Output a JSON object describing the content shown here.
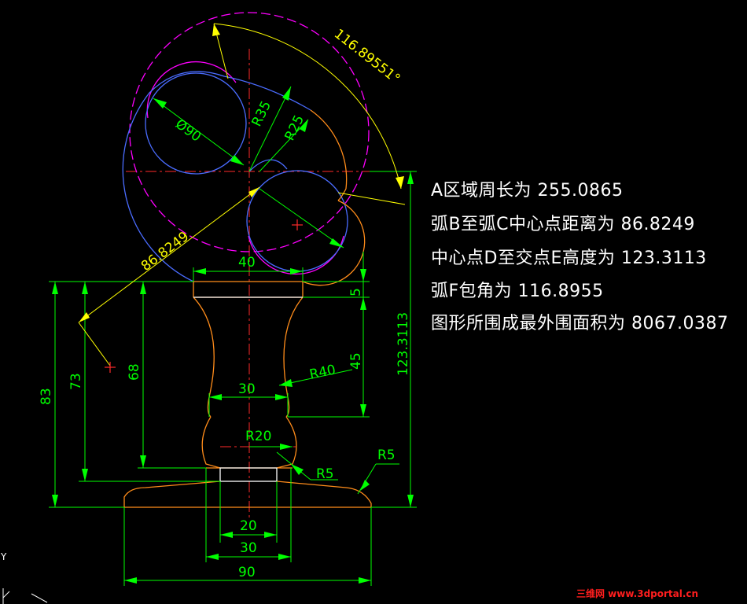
{
  "results": [
    "A区域周长为 255.0865",
    "弧B至弧C中心点距离为 86.8249",
    "中心点D至交点E高度为 123.3113",
    "弧F包角为 116.8955",
    "图形所围成最外围面积为 8067.0387"
  ],
  "dimensions": {
    "angle": "116.89551°",
    "r35": "R35",
    "r25": "R25",
    "dia90": "Ø90",
    "dist": "86.8249",
    "height": "123.3113",
    "r40": "R40",
    "r20": "R20",
    "r5_inner": "R5",
    "r5_outer": "R5",
    "w40": "40",
    "w30_mid": "30",
    "w20": "20",
    "w30_bottom": "30",
    "w90": "90",
    "h5": "5",
    "h45": "45",
    "h83": "83",
    "h73": "73",
    "h68": "68"
  },
  "ucs_axis_label": "Y",
  "watermark": "三维网 www.3dportal.cn",
  "colors": {
    "background": "#000000",
    "dimension": "#00ff00",
    "leader": "#ffff00",
    "text": "#ffffff",
    "outline": "#ff8c1a",
    "blue_circle": "#4a6cff",
    "magenta_circle": "#ff00ff",
    "centerline": "#ff2a2a",
    "watermark": "#ff1e1e"
  }
}
